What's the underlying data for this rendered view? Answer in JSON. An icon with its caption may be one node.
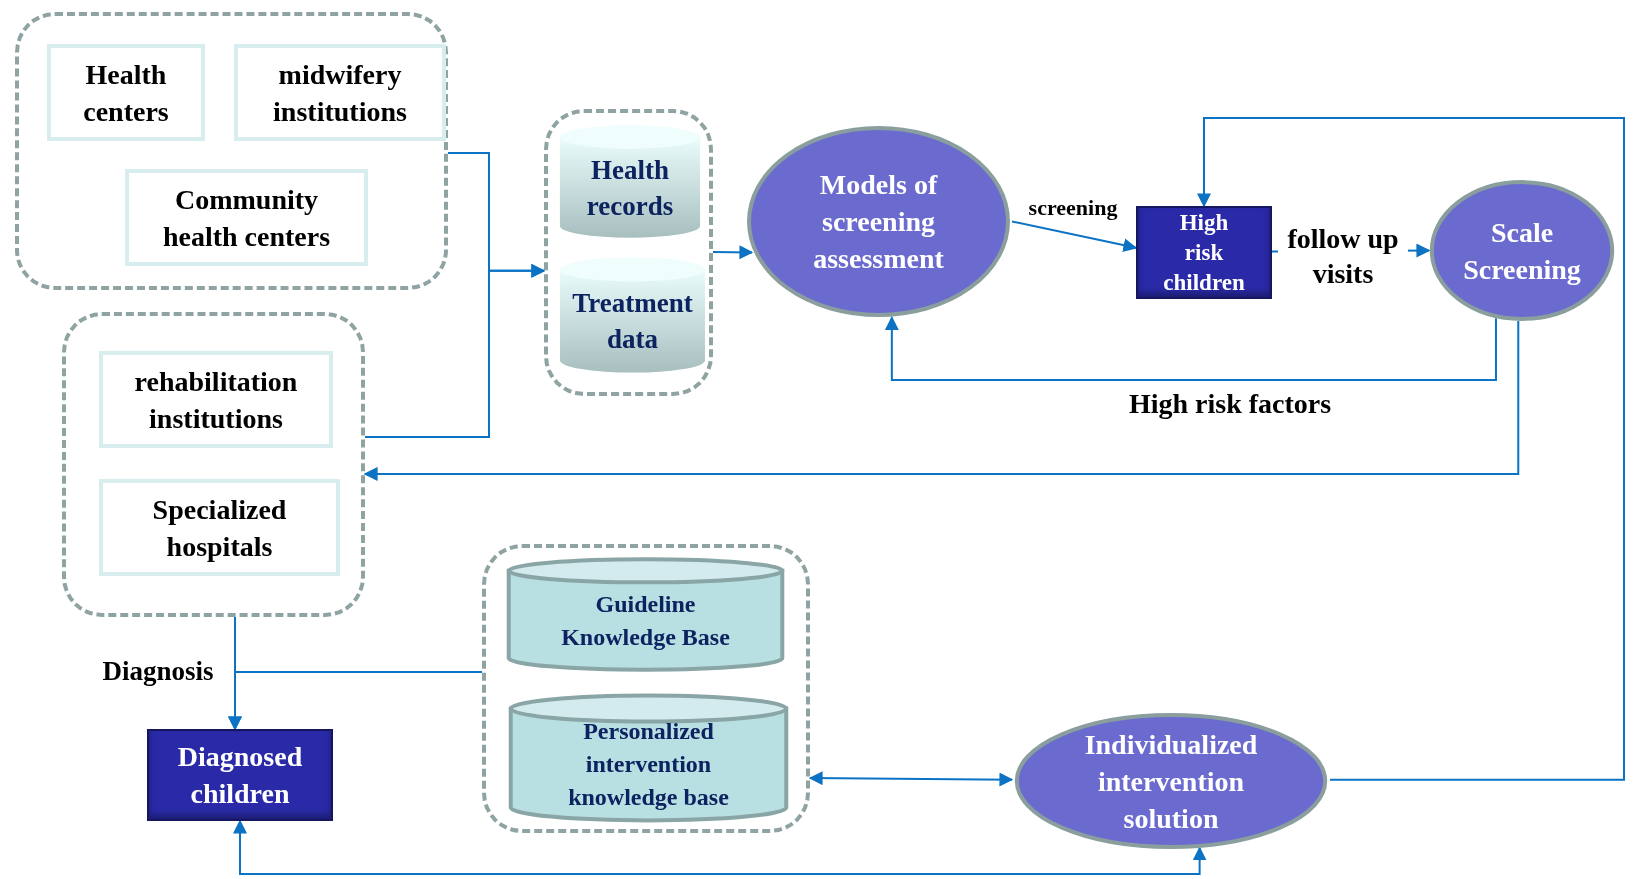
{
  "diagram": {
    "nodes": [
      {
        "text": [],
        "shape": "box"
      },
      {
        "text": [
          "Health centers"
        ],
        "in": 0
      },
      {
        "text": [
          "midwifery institutions"
        ],
        "in": 0
      },
      {
        "text": [
          "Community health centers"
        ],
        "in": 0
      },
      {
        "text": [],
        "shape": "box"
      },
      {
        "text": [
          "rehabilitation institutions"
        ],
        "in": 4
      },
      {
        "text": [
          "Specialized hospitals"
        ],
        "in": 4
      },
      {
        "text": [],
        "shape": "box"
      },
      {
        "text": [
          "Health records"
        ],
        "in": 7
      },
      {
        "text": [
          "Treatment data"
        ],
        "in": 7
      },
      {
        "text": [
          "Models of screening assessment"
        ]
      },
      {
        "text": [
          "High risk children"
        ]
      },
      {
        "text": [
          "Scale Screening"
        ]
      },
      {
        "text": [],
        "shape": "box"
      },
      {
        "text": [
          "Guideline Knowledge Base"
        ],
        "in": 13
      },
      {
        "text": [
          "Personalized intervention knowledge base"
        ],
        "in": 13
      },
      {
        "text": [
          "Diagnosed children"
        ]
      },
      {
        "text": [
          "Individualized intervention solution"
        ]
      }
    ],
    "edges": [
      {
        "from": 0,
        "to": 7,
        "arrow": "to"
      },
      {
        "from": 4,
        "to": 7,
        "arrow": "to"
      },
      {
        "from": 7,
        "to": 10,
        "arrow": "to"
      },
      {
        "from": 10,
        "to": 11,
        "arrow": "to",
        "label": "screening"
      },
      {
        "from": 11,
        "to": 12,
        "arrow": "to",
        "label": "follow up visits"
      },
      {
        "from": 12,
        "to": 10,
        "arrow": "to",
        "label": "High risk factors"
      },
      {
        "from": 12,
        "to": 4,
        "arrow": "to"
      },
      {
        "from": 17,
        "to": 11,
        "arrow": "to"
      },
      {
        "from": 13,
        "to": 16,
        "arrow": "to"
      },
      {
        "from": 4,
        "to": 16,
        "arrow": "to",
        "label": "Diagnosis"
      },
      {
        "from": 13,
        "to": 17,
        "arrow": "both"
      },
      {
        "from": 16,
        "to": 17,
        "arrow": "both"
      }
    ]
  }
}
